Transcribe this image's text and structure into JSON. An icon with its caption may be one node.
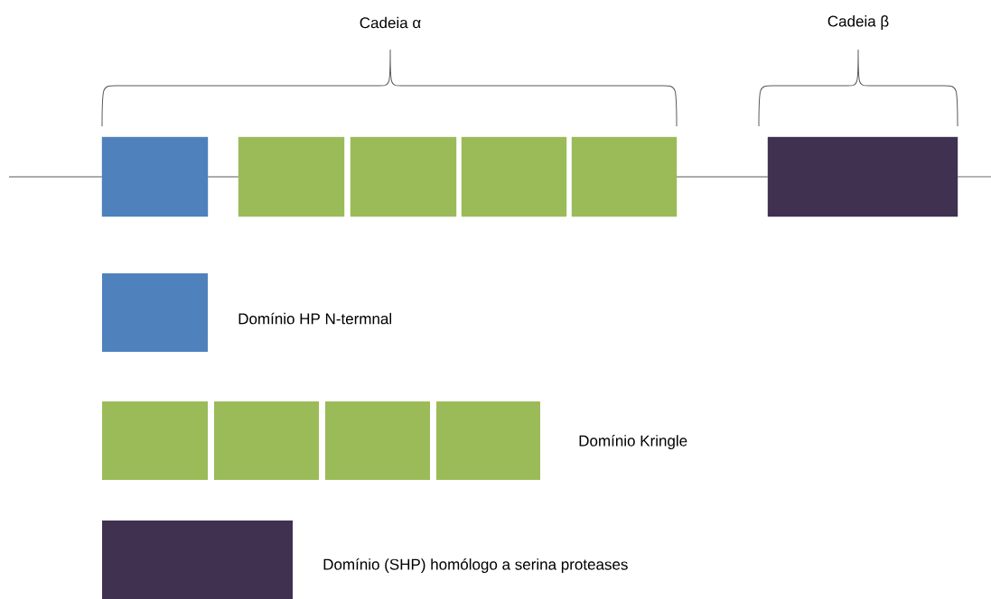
{
  "diagram": {
    "nodes": [
      {
        "text": [],
        "shape": "box"
      },
      {
        "text": [],
        "shape": "box"
      },
      {
        "text": [],
        "shape": "box"
      },
      {
        "text": [],
        "shape": "box"
      },
      {
        "text": [],
        "shape": "box"
      },
      {
        "text": [],
        "shape": "box"
      }
    ],
    "edges": [
      {
        "from": null,
        "to": 0,
        "arrow": "none"
      },
      {
        "from": 0,
        "to": 1,
        "arrow": "none"
      },
      {
        "from": 4,
        "to": 5,
        "arrow": "none"
      },
      {
        "from": 5,
        "to": null,
        "arrow": "none"
      }
    ],
    "labels": [
      "Cadeia α",
      "Cadeia β"
    ],
    "legend": [
      {
        "text": "Domínio HP N-termnal",
        "color": "#4f81bd"
      },
      {
        "text": "Domínio Kringle",
        "color": "#9bbb59"
      },
      {
        "text": "Domínio (SHP) homólogo a serina proteases",
        "color": "#403151"
      }
    ]
  }
}
